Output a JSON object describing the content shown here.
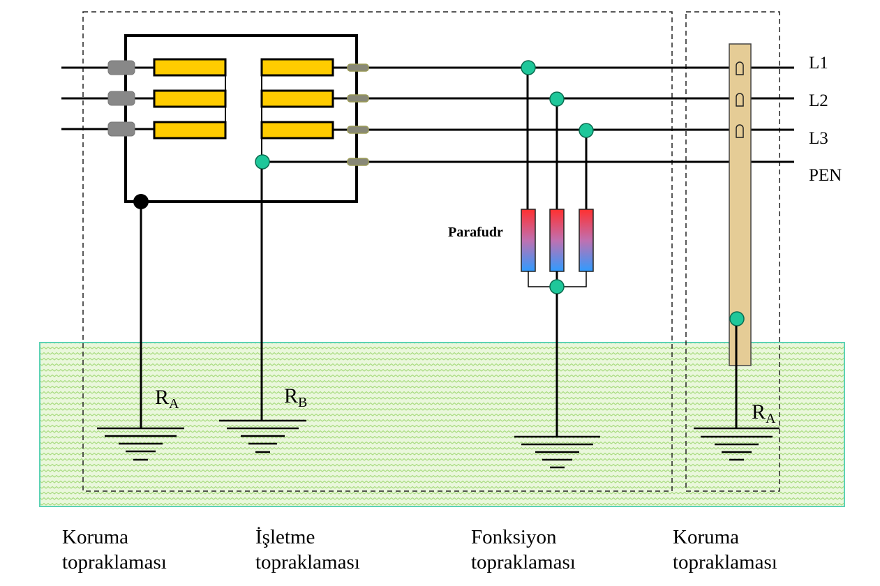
{
  "diagram": {
    "lines": [
      "L1",
      "L2",
      "L3",
      "PEN"
    ],
    "surge_arrester_label": "Parafudr",
    "resistances": {
      "protective_left": {
        "main": "R",
        "sub": "A"
      },
      "operational": {
        "main": "R",
        "sub": "B"
      },
      "protective_right": {
        "main": "R",
        "sub": "A"
      }
    },
    "captions": [
      {
        "line1": "Koruma",
        "line2": "topraklaması"
      },
      {
        "line1": "İşletme",
        "line2": "topraklaması"
      },
      {
        "line1": "Fonksiyon",
        "line2": "topraklaması"
      },
      {
        "line1": "Koruma",
        "line2": "topraklaması"
      }
    ],
    "colors": {
      "winding": "#ffcc00",
      "bushing_in": "#888888",
      "bushing_out": "#888877",
      "node": "#1fc79a",
      "ground_fill": "#e4f5d2",
      "ground_wave": "#a8dc7e",
      "ground_border": "#5cd2b4",
      "pole": "#e5cc96",
      "arrester_top": "#ff3030",
      "arrester_bottom": "#2f9bff"
    }
  }
}
